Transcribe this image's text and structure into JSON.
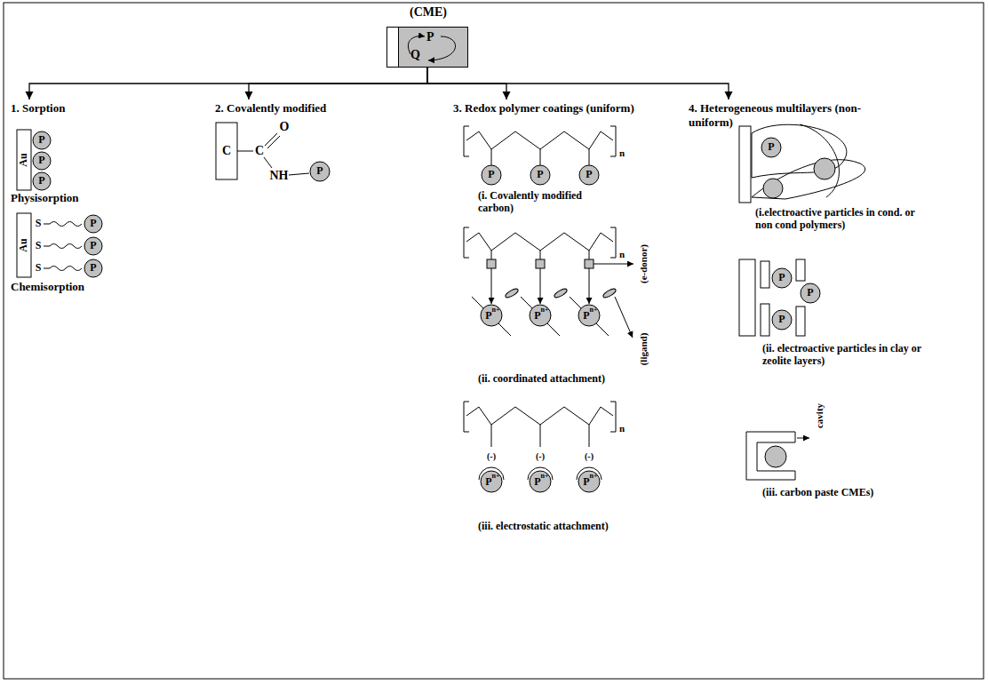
{
  "diagram": {
    "nodes": [
      {
        "text": [
          "(CME)",
          "P",
          "Q"
        ]
      },
      {
        "text": [
          "1. Sorption"
        ]
      },
      {
        "text": [
          "2. Covalently modified"
        ]
      },
      {
        "text": [
          "3. Redox polymer coatings (uniform)"
        ]
      },
      {
        "text": [
          "4. Heterogeneous multilayers (non-uniform)"
        ]
      }
    ],
    "edges": [
      {
        "from": 0,
        "to": 1,
        "arrow": "to"
      },
      {
        "from": 0,
        "to": 2,
        "arrow": "to"
      },
      {
        "from": 0,
        "to": 3,
        "arrow": "to"
      },
      {
        "from": 0,
        "to": 4,
        "arrow": "to"
      }
    ],
    "labels": [
      "Au",
      "P",
      "P",
      "P",
      "Physisorption",
      "Au",
      "S",
      "S",
      "S",
      "P",
      "P",
      "P",
      "Chemisorption",
      "C",
      "C",
      "O",
      "NH",
      "P",
      "n",
      "P",
      "P",
      "P",
      "(i. Covalently modified carbon)",
      "n",
      "(e-donor)",
      "P",
      "n+",
      "P",
      "n+",
      "P",
      "n+",
      "(ligand)",
      "(ii. coordinated attachment)",
      "n",
      "(-)",
      "P",
      "n+",
      "(-)",
      "P",
      "n+",
      "(-)",
      "P",
      "n+",
      "(iii. electrostatic attachment)",
      "P",
      "(i.electroactive particles in cond. or non cond polymers)",
      "P",
      "P",
      "P",
      "(ii. electroactive particles in clay or zeolite layers)",
      "cavity",
      "(iii. carbon paste CMEs)"
    ]
  }
}
